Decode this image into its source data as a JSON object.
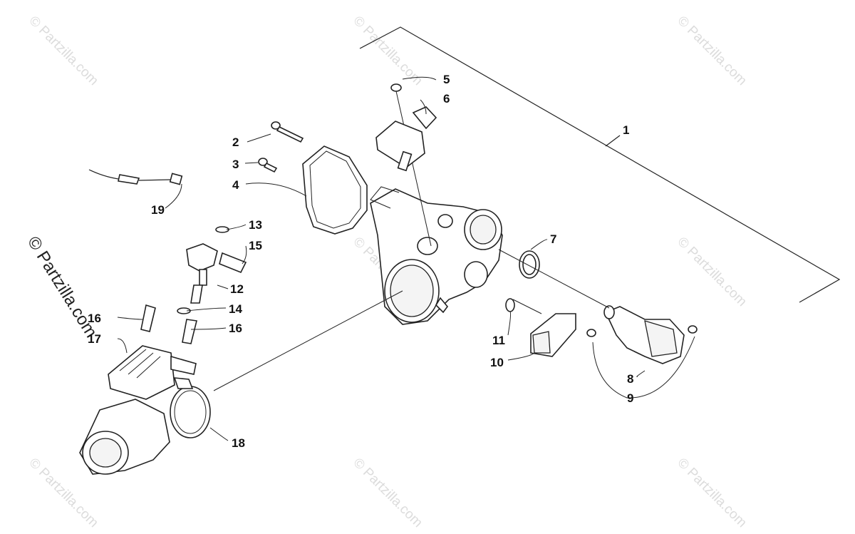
{
  "watermark": {
    "text": "© Partzilla.com",
    "text_repeated": "© Partzilla.com"
  },
  "callouts": [
    {
      "id": "c1",
      "label": "1"
    },
    {
      "id": "c2",
      "label": "2"
    },
    {
      "id": "c3",
      "label": "3"
    },
    {
      "id": "c4",
      "label": "4"
    },
    {
      "id": "c5",
      "label": "5"
    },
    {
      "id": "c6",
      "label": "6"
    },
    {
      "id": "c7",
      "label": "7"
    },
    {
      "id": "c8",
      "label": "8"
    },
    {
      "id": "c9",
      "label": "9"
    },
    {
      "id": "c10",
      "label": "10"
    },
    {
      "id": "c11",
      "label": "11"
    },
    {
      "id": "c12",
      "label": "12"
    },
    {
      "id": "c13",
      "label": "13"
    },
    {
      "id": "c14",
      "label": "14"
    },
    {
      "id": "c15",
      "label": "15"
    },
    {
      "id": "c16a",
      "label": "16"
    },
    {
      "id": "c16b",
      "label": "16"
    },
    {
      "id": "c17",
      "label": "17"
    },
    {
      "id": "c18",
      "label": "18"
    },
    {
      "id": "c19",
      "label": "19"
    }
  ]
}
